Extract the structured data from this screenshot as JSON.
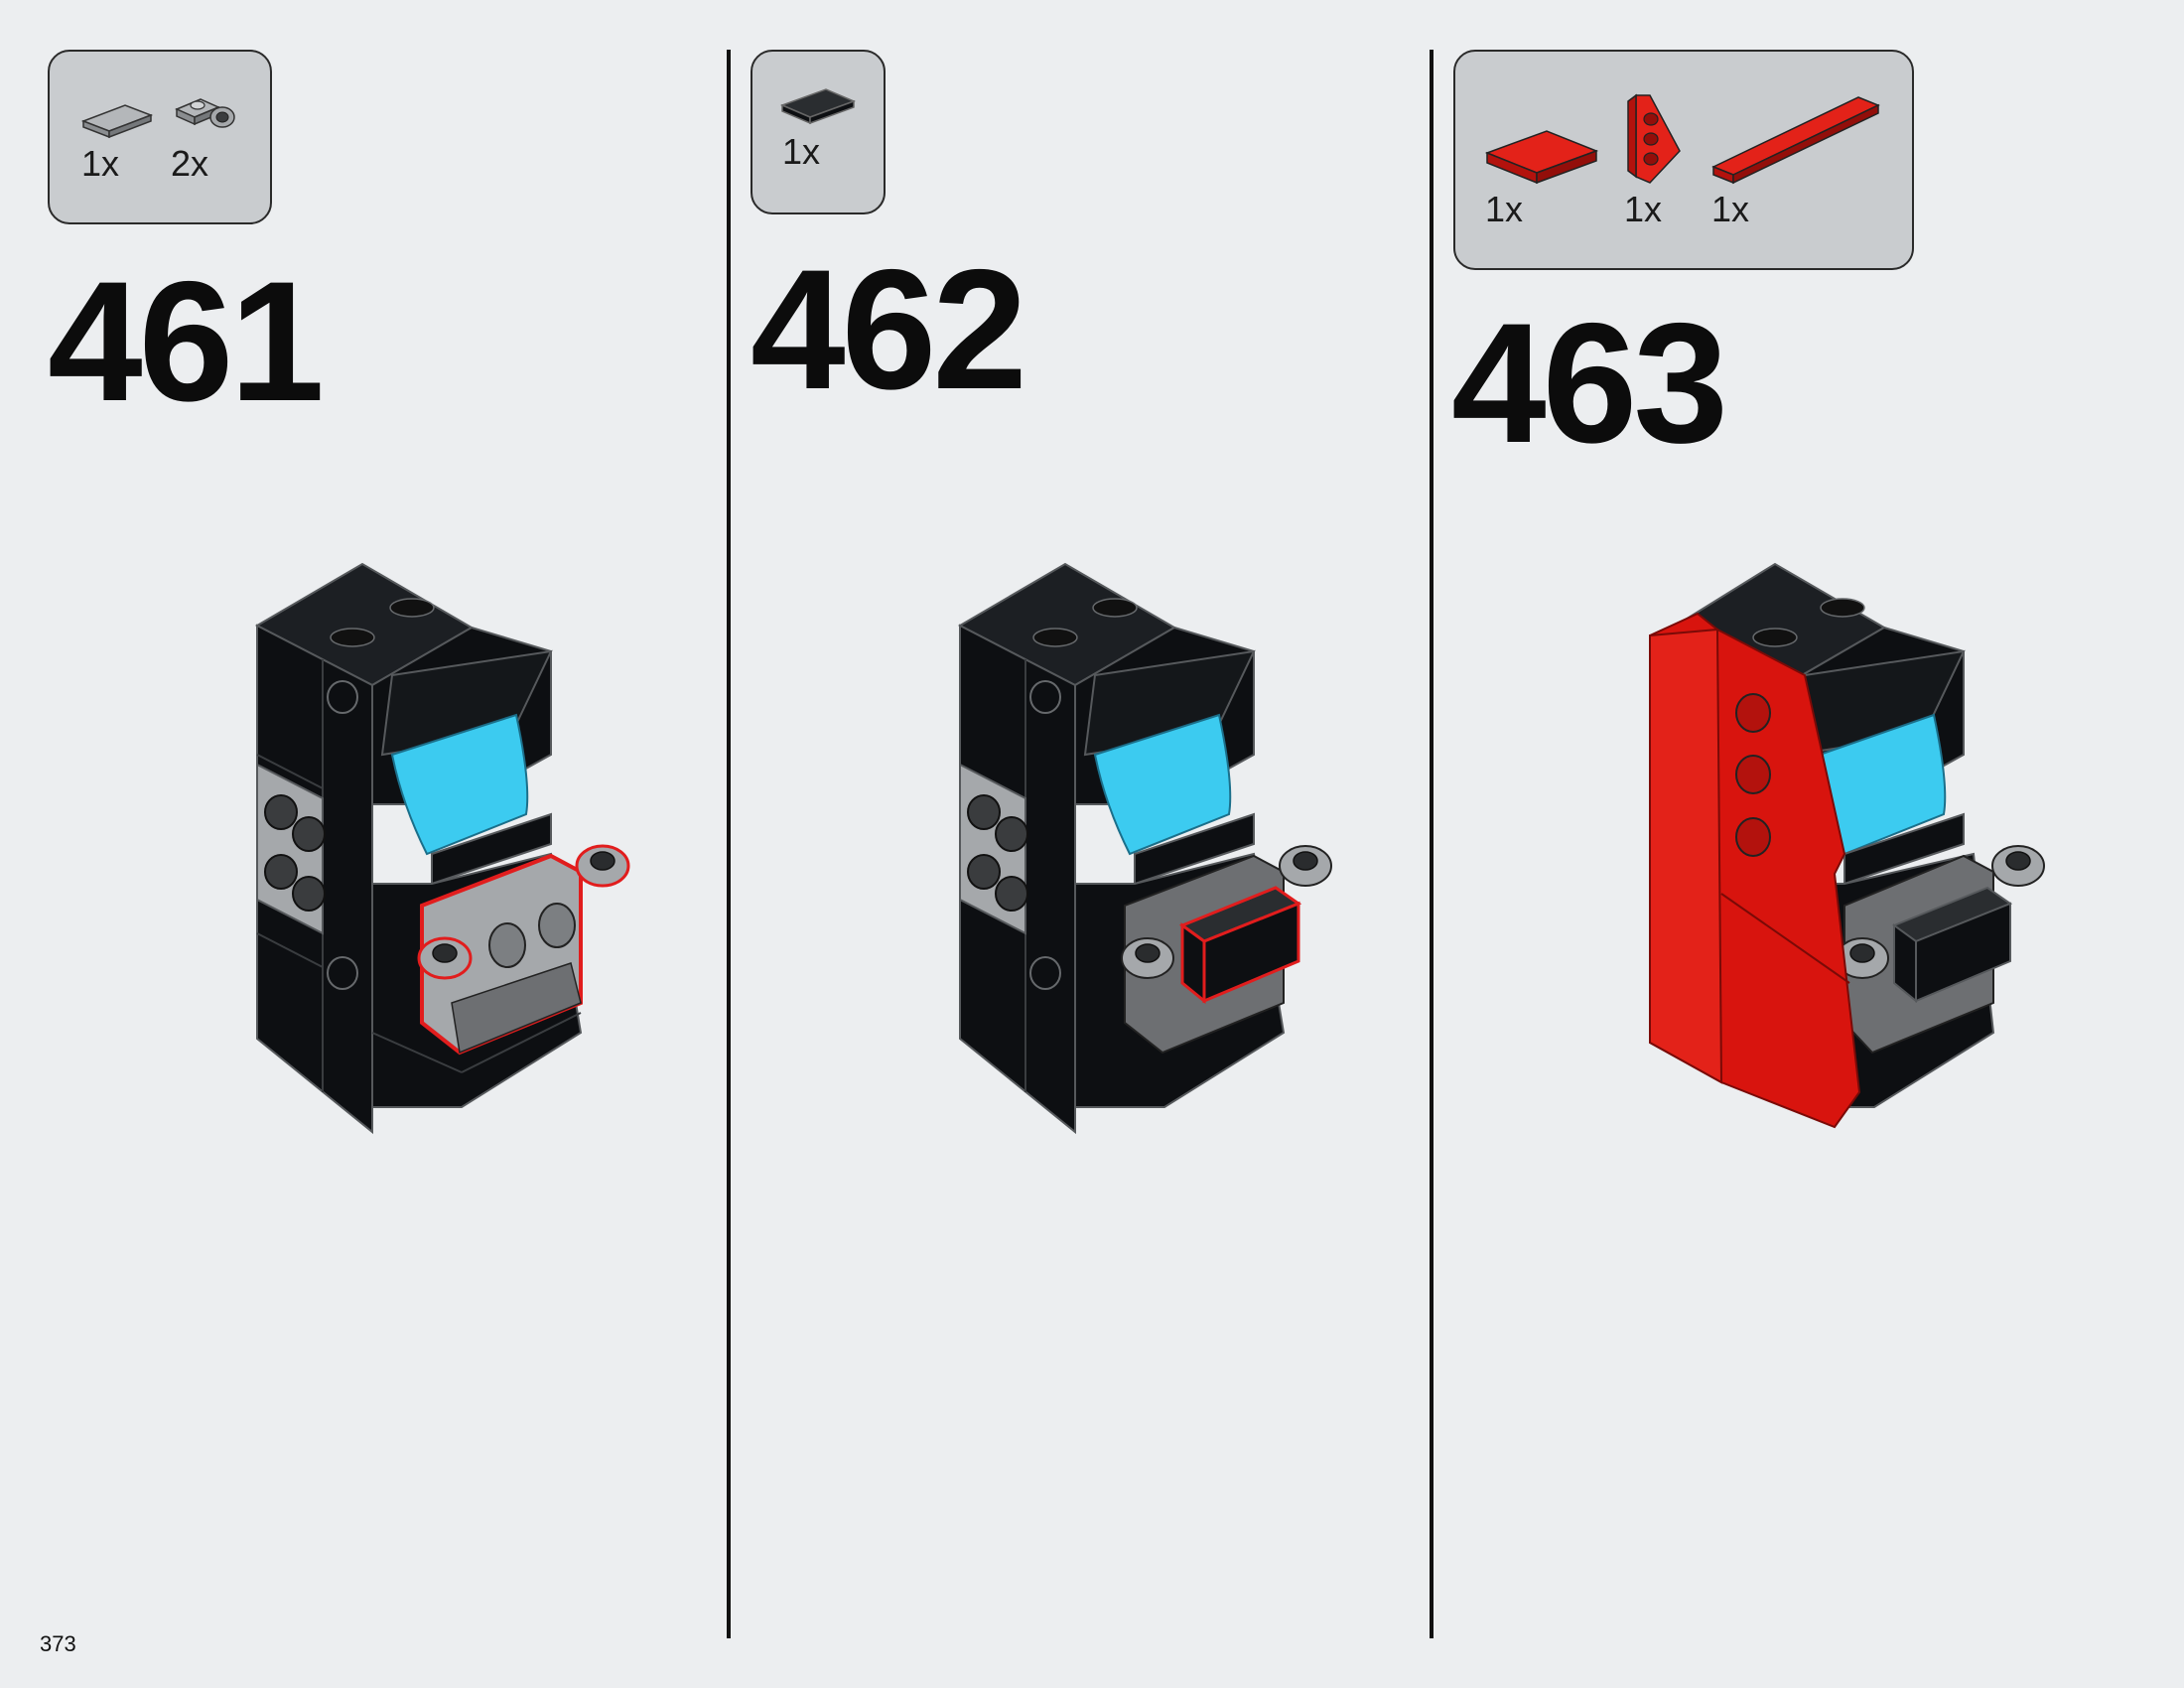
{
  "colors": {
    "background": "#eceef0",
    "parts_box": "#c9cccf",
    "black_brick": "#0d0f12",
    "gray_brick": "#a5a8ab",
    "dark_gray_brick": "#6d6f72",
    "red_brick": "#d8140e",
    "screen_blue": "#3ccbf0",
    "highlight": "#e11d1d"
  },
  "steps": [
    {
      "number": "461",
      "parts": [
        {
          "qty": "1x",
          "icon": "gray-tile-icon"
        },
        {
          "qty": "2x",
          "icon": "gray-clip-plate-icon"
        }
      ]
    },
    {
      "number": "462",
      "parts": [
        {
          "qty": "1x",
          "icon": "black-tile-icon"
        }
      ]
    },
    {
      "number": "463",
      "parts": [
        {
          "qty": "1x",
          "icon": "red-plate-icon"
        },
        {
          "qty": "1x",
          "icon": "red-wedge-plate-icon"
        },
        {
          "qty": "1x",
          "icon": "red-long-tile-icon"
        }
      ]
    }
  ],
  "page_number": "373"
}
